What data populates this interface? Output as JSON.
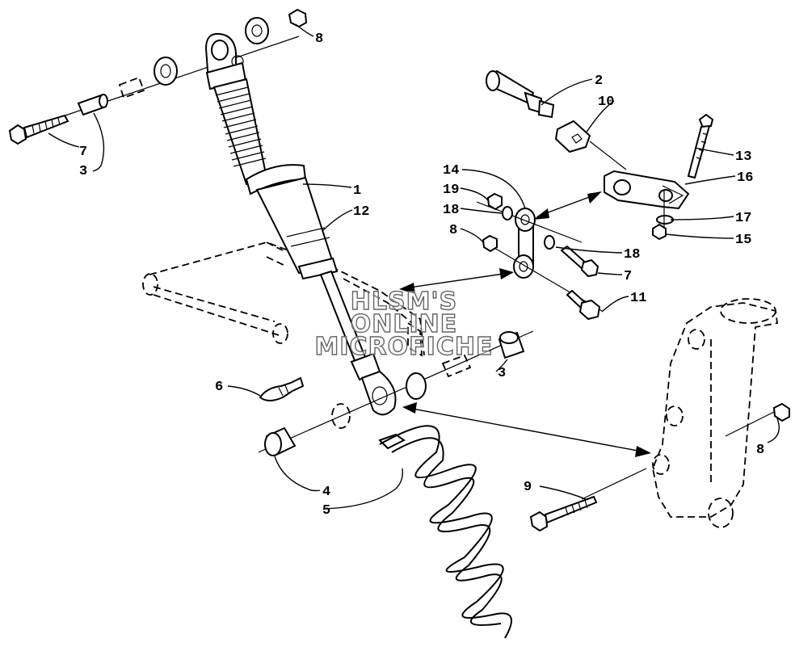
{
  "callouts": [
    {
      "id": "c1",
      "label": "1"
    },
    {
      "id": "c2",
      "label": "2"
    },
    {
      "id": "c3a",
      "label": "3"
    },
    {
      "id": "c3b",
      "label": "3"
    },
    {
      "id": "c4",
      "label": "4"
    },
    {
      "id": "c5",
      "label": "5"
    },
    {
      "id": "c6",
      "label": "6"
    },
    {
      "id": "c7a",
      "label": "7"
    },
    {
      "id": "c7b",
      "label": "7"
    },
    {
      "id": "c8a",
      "label": "8"
    },
    {
      "id": "c8b",
      "label": "8"
    },
    {
      "id": "c8c",
      "label": "8"
    },
    {
      "id": "c9",
      "label": "9"
    },
    {
      "id": "c10",
      "label": "10"
    },
    {
      "id": "c11",
      "label": "11"
    },
    {
      "id": "c12",
      "label": "12"
    },
    {
      "id": "c13",
      "label": "13"
    },
    {
      "id": "c14",
      "label": "14"
    },
    {
      "id": "c15",
      "label": "15"
    },
    {
      "id": "c16",
      "label": "16"
    },
    {
      "id": "c17",
      "label": "17"
    },
    {
      "id": "c18a",
      "label": "18"
    },
    {
      "id": "c18b",
      "label": "18"
    },
    {
      "id": "c19",
      "label": "19"
    }
  ],
  "watermark": {
    "line1": "HLSM'S",
    "line2": "ONLINE",
    "line3": "MICROFICHE"
  }
}
